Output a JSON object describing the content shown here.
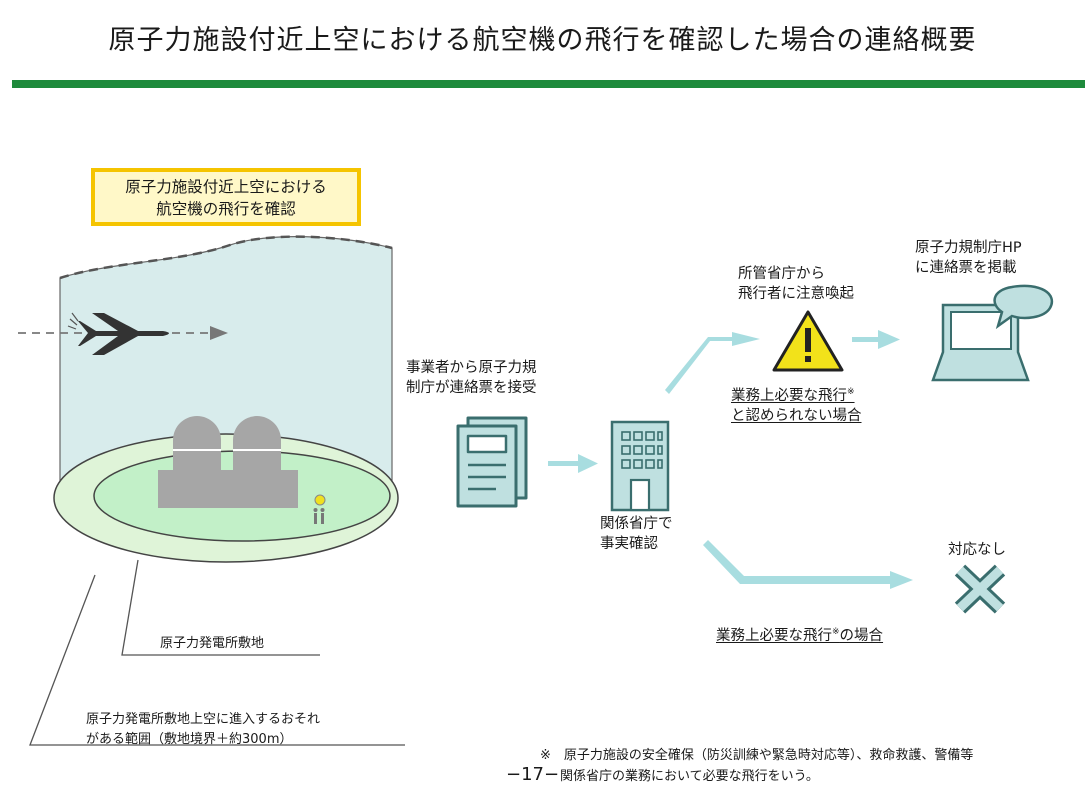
{
  "title": "原子力施設付近上空における航空機の飛行を確認した場合の連絡概要",
  "callout": {
    "line1": "原子力施設付近上空における",
    "line2": "航空機の飛行を確認"
  },
  "labels": {
    "receive_line1": "事業者から原子力規",
    "receive_line2": "制庁が連絡票を接受",
    "confirm_line1": "関係省庁で",
    "confirm_line2": "事実確認",
    "warn_line1": "所管省庁から",
    "warn_line2": "飛行者に注意喚起",
    "not_needed_line1": "業務上必要な飛行",
    "not_needed_line2": "と認められない場合",
    "post_line1": "原子力規制庁HP",
    "post_line2": "に連絡票を掲載",
    "no_action": "対応なし",
    "needed_case_pre": "業務上必要な飛行",
    "needed_case_post": "の場合",
    "plant_site": "原子力発電所敷地",
    "range_line1": "原子力発電所敷地上空に進入するおそれ",
    "range_line2": "がある範囲（敷地境界＋約300m）",
    "note_mark": "※",
    "footnote_line1": "※　原子力施設の安全確保（防災訓練や緊急時対応等）、救命救護、警備等",
    "footnote_line2": "関係省庁の業務において必要な飛行をいう。",
    "page_number": "−17−"
  },
  "colors": {
    "rule_green": "#1e8a3c",
    "callout_border": "#f5c400",
    "arrow": "#a8dde0",
    "icon_stroke": "#3a6e6e",
    "icon_fill": "#bfe0e0",
    "warning_yellow": "#f2e21a",
    "cylinder": "#d8ecec",
    "ground": "#dff4d8",
    "site": "#c2f0c8"
  }
}
